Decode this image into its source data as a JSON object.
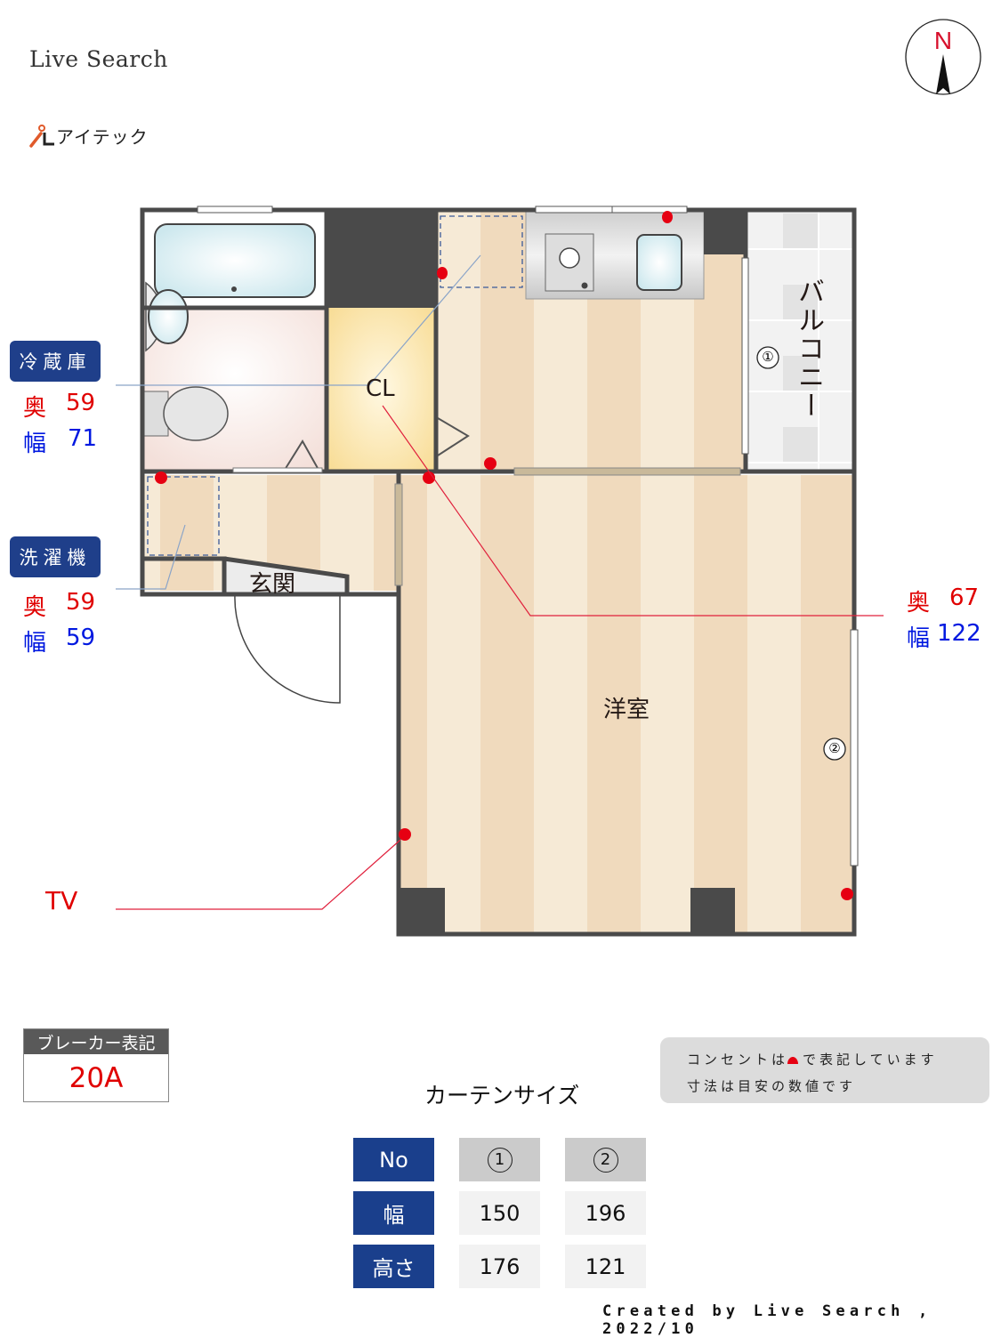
{
  "header": {
    "brand": "Live Search",
    "company_logo_text": "アイテック",
    "compass_letter": "N"
  },
  "appliances": [
    {
      "label": "冷蔵庫",
      "depth_label": "奥",
      "depth": "59",
      "width_label": "幅",
      "width": "71"
    },
    {
      "label": "洗濯機",
      "depth_label": "奥",
      "depth": "59",
      "width_label": "幅",
      "width": "59"
    }
  ],
  "closet_dimensions": {
    "depth_label": "奥",
    "depth": "67",
    "width_label": "幅",
    "width": "122"
  },
  "floorplan": {
    "rooms": {
      "closet": "CL",
      "balcony": "バルコニー",
      "entrance": "玄関",
      "western_room": "洋室"
    },
    "window_markers": [
      "①",
      "②"
    ],
    "tv_label": "TV",
    "colors": {
      "wall": "#4a4a4a",
      "floor_light": "#f6ead6",
      "floor_dark": "#f0dabd",
      "outlet": "#e60012",
      "closet": "#f8dc95",
      "bath": "#cde8ee",
      "balcony_tile": "#e6e6e6"
    }
  },
  "breaker": {
    "title": "ブレーカー表記",
    "value": "20A"
  },
  "notes": {
    "line1_a": "コンセントは",
    "line1_b": "で表記しています",
    "line2": "寸法は目安の数値です"
  },
  "curtain_table": {
    "title": "カーテンサイズ",
    "row_headers": [
      "No",
      "幅",
      "高さ"
    ],
    "columns": [
      {
        "no": "1",
        "width": "150",
        "height": "176"
      },
      {
        "no": "2",
        "width": "196",
        "height": "121"
      }
    ]
  },
  "footer": {
    "credit": "Created by Live Search , 2022/10"
  }
}
